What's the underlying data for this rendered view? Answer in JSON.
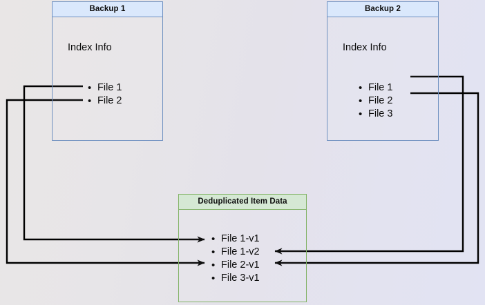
{
  "diagram": {
    "title": "Backup Deduplication Index Diagram",
    "background_left": "#e9e6e6",
    "background_right": "#e2e3f3",
    "edge_color": "#000000"
  },
  "nodes": {
    "backup1": {
      "header": "Backup 1",
      "index_label": "Index Info",
      "header_fill": "#dae8fc",
      "border": "#6c8ebf",
      "files": [
        {
          "label": "File 1"
        },
        {
          "label": "File 2"
        }
      ]
    },
    "backup2": {
      "header": "Backup 2",
      "index_label": "Index Info",
      "header_fill": "#dae8fc",
      "border": "#6c8ebf",
      "files": [
        {
          "label": "File 1"
        },
        {
          "label": "File 2"
        },
        {
          "label": "File 3"
        }
      ]
    },
    "dedup": {
      "header": "Deduplicated Item Data",
      "header_fill": "#d5e8d4",
      "border": "#82b366",
      "items": [
        {
          "label": "File 1-v1"
        },
        {
          "label": "File 1-v2"
        },
        {
          "label": "File 2-v1"
        },
        {
          "label": "File 3-v1"
        }
      ]
    }
  },
  "edges": [
    {
      "name": "backup1-file1-to-file1v1",
      "from": "Backup 1 / File 1",
      "to": "File 1-v1"
    },
    {
      "name": "backup1-file2-to-file2v1",
      "from": "Backup 1 / File 2",
      "to": "File 2-v1"
    },
    {
      "name": "backup2-file1-to-file1v2",
      "from": "Backup 2 / File 1",
      "to": "File 1-v2"
    },
    {
      "name": "backup2-file2-to-file2v1",
      "from": "Backup 2 / File 2",
      "to": "File 2-v1"
    }
  ]
}
